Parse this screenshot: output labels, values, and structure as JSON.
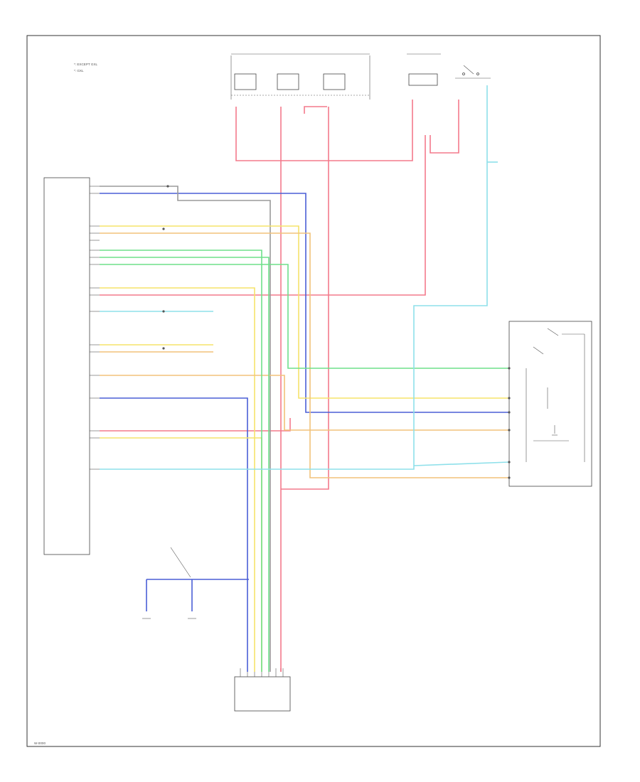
{
  "legend": {
    "line1": "*: EXCEPT GXL",
    "line2": "*: GXL"
  },
  "footer_code": "W-0000",
  "colors": {
    "red": "#f47a8c",
    "blue": "#4a5fd6",
    "yellow": "#f5e36a",
    "orange": "#f2c27a",
    "green": "#6ee08a",
    "cyan": "#8ee0ea",
    "gray": "#9a9a9a"
  },
  "icons": [
    "switch-icon",
    "ground-icon",
    "connector-icon"
  ]
}
